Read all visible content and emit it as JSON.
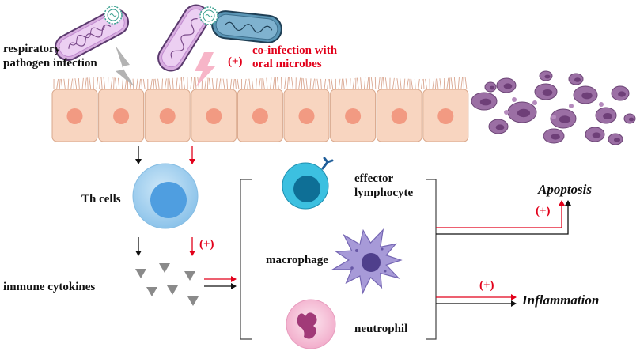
{
  "labels": {
    "respiratory": [
      "respiratory",
      "pathogen infection"
    ],
    "coinfection": [
      "co-infection with",
      "oral microbes"
    ],
    "th_cells": "Th cells",
    "cytokines": "immune cytokines",
    "effector": [
      "effector",
      "lymphocyte"
    ],
    "macrophage": "macrophage",
    "neutrophil": "neutrophil",
    "apoptosis": "Apoptosis",
    "inflammation": "Inflammation",
    "plus": "(+)"
  },
  "colors": {
    "black": "#111111",
    "red": "#e2001a",
    "epithelial_cell": "#f8d5c0",
    "epithelial_nucleus": "#f29a82",
    "cilia": "#d9a690",
    "bacterium_purple": "#d8aee0",
    "bacterium_blue": "#5a95b5",
    "th_cell": "#a7d2f0",
    "th_nucleus": "#4f9ee0",
    "effector_cell": "#3cc0e0",
    "macrophage": "#a79ad8",
    "neutrophil": "#f4b9d2",
    "apoptotic": "#9b6fa4",
    "cytokine": "#8a8a8a"
  }
}
